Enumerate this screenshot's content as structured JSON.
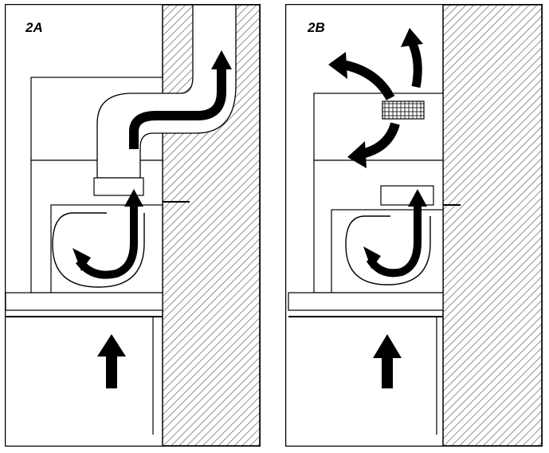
{
  "panels": [
    {
      "id": "2A",
      "label": "2A",
      "mode": "ducted-exhaust"
    },
    {
      "id": "2B",
      "label": "2B",
      "mode": "recirculating"
    }
  ],
  "colors": {
    "line": "#000000",
    "fill": "#ffffff",
    "hatch": "#555555"
  },
  "icons": [
    "airflow-arrow-icon",
    "wall-hatch",
    "blower-fan-icon",
    "charcoal-filter-icon"
  ]
}
